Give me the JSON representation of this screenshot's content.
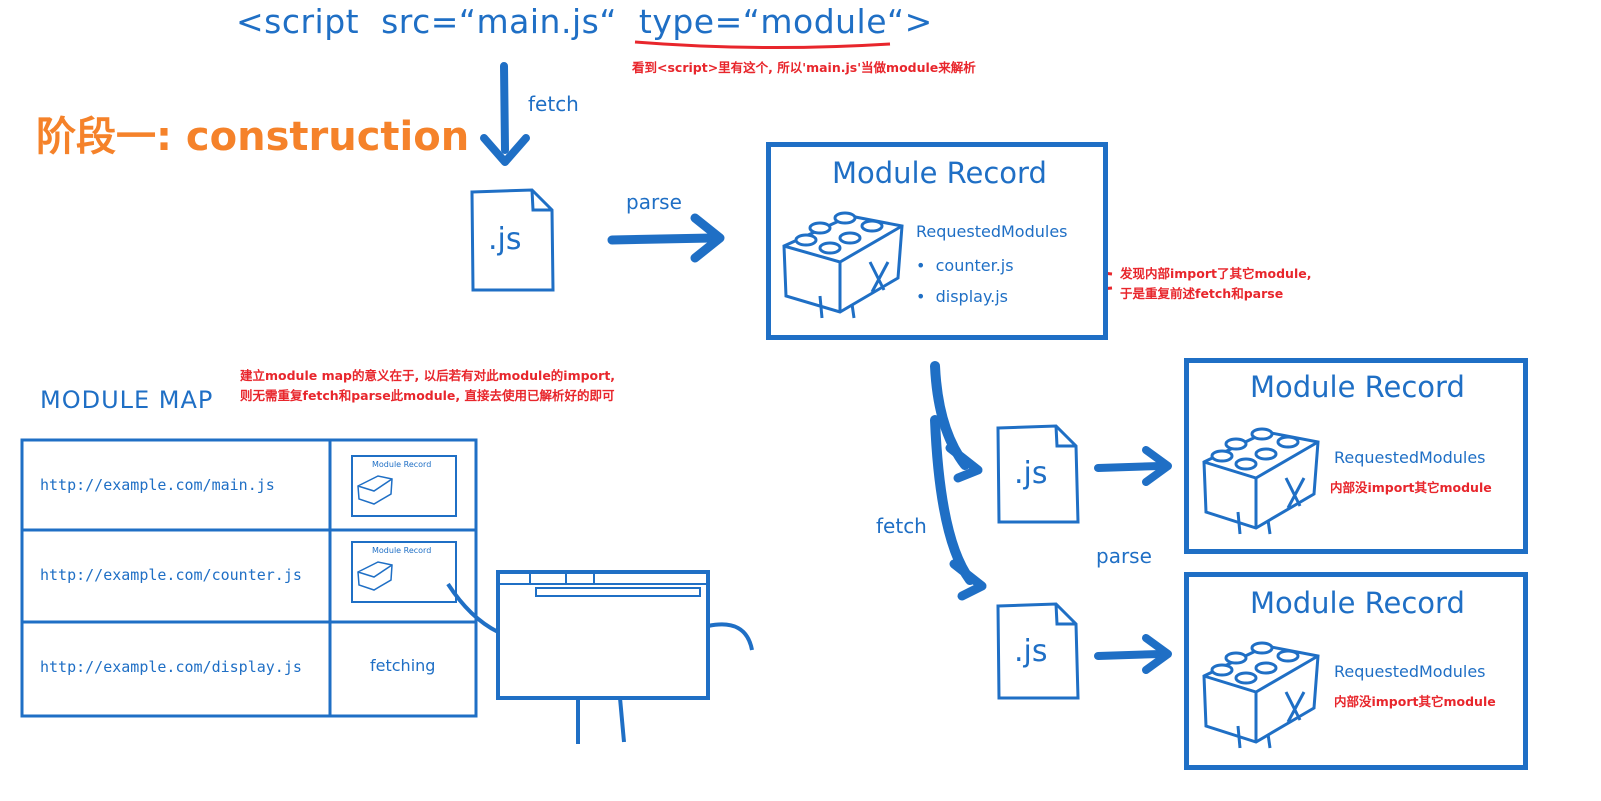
{
  "script_tag": "<script  src=“main.js“  type=“module“>",
  "note_script": "看到<script>里有这个, 所以'main.js'当做module来解析",
  "stage_title": "阶段一: construction",
  "fetch_label": "fetch",
  "parse_label": "parse",
  "js_label": ".js",
  "module_record_main": {
    "title": "Module Record",
    "requested_label": "RequestedModules",
    "items": [
      "counter.js",
      "display.js"
    ]
  },
  "note_import": [
    "发现内部import了其它module,",
    "于是重复前述fetch和parse"
  ],
  "module_map": {
    "title": "MODULE  MAP",
    "rows": [
      {
        "url": "http://example.com/main.js",
        "state": "Module Record"
      },
      {
        "url": "http://example.com/counter.js",
        "state": "Module Record"
      },
      {
        "url": "http://example.com/display.js",
        "state": "fetching"
      }
    ]
  },
  "note_map": [
    "建立module map的意义在于, 以后若有对此module的import,",
    "则无需重复fetch和parse此module, 直接去使用已解析好的即可"
  ],
  "fetch_label_2": "fetch",
  "parse_label_2": "parse",
  "module_record_counter": {
    "title": "Module Record",
    "requested_label": "RequestedModules",
    "note": "内部没import其它module"
  },
  "module_record_display": {
    "title": "Module Record",
    "requested_label": "RequestedModules",
    "note": "内部没import其它module"
  },
  "colors": {
    "blue": "#1f6fc5",
    "red": "#e8262c",
    "orange": "#f5822a"
  }
}
